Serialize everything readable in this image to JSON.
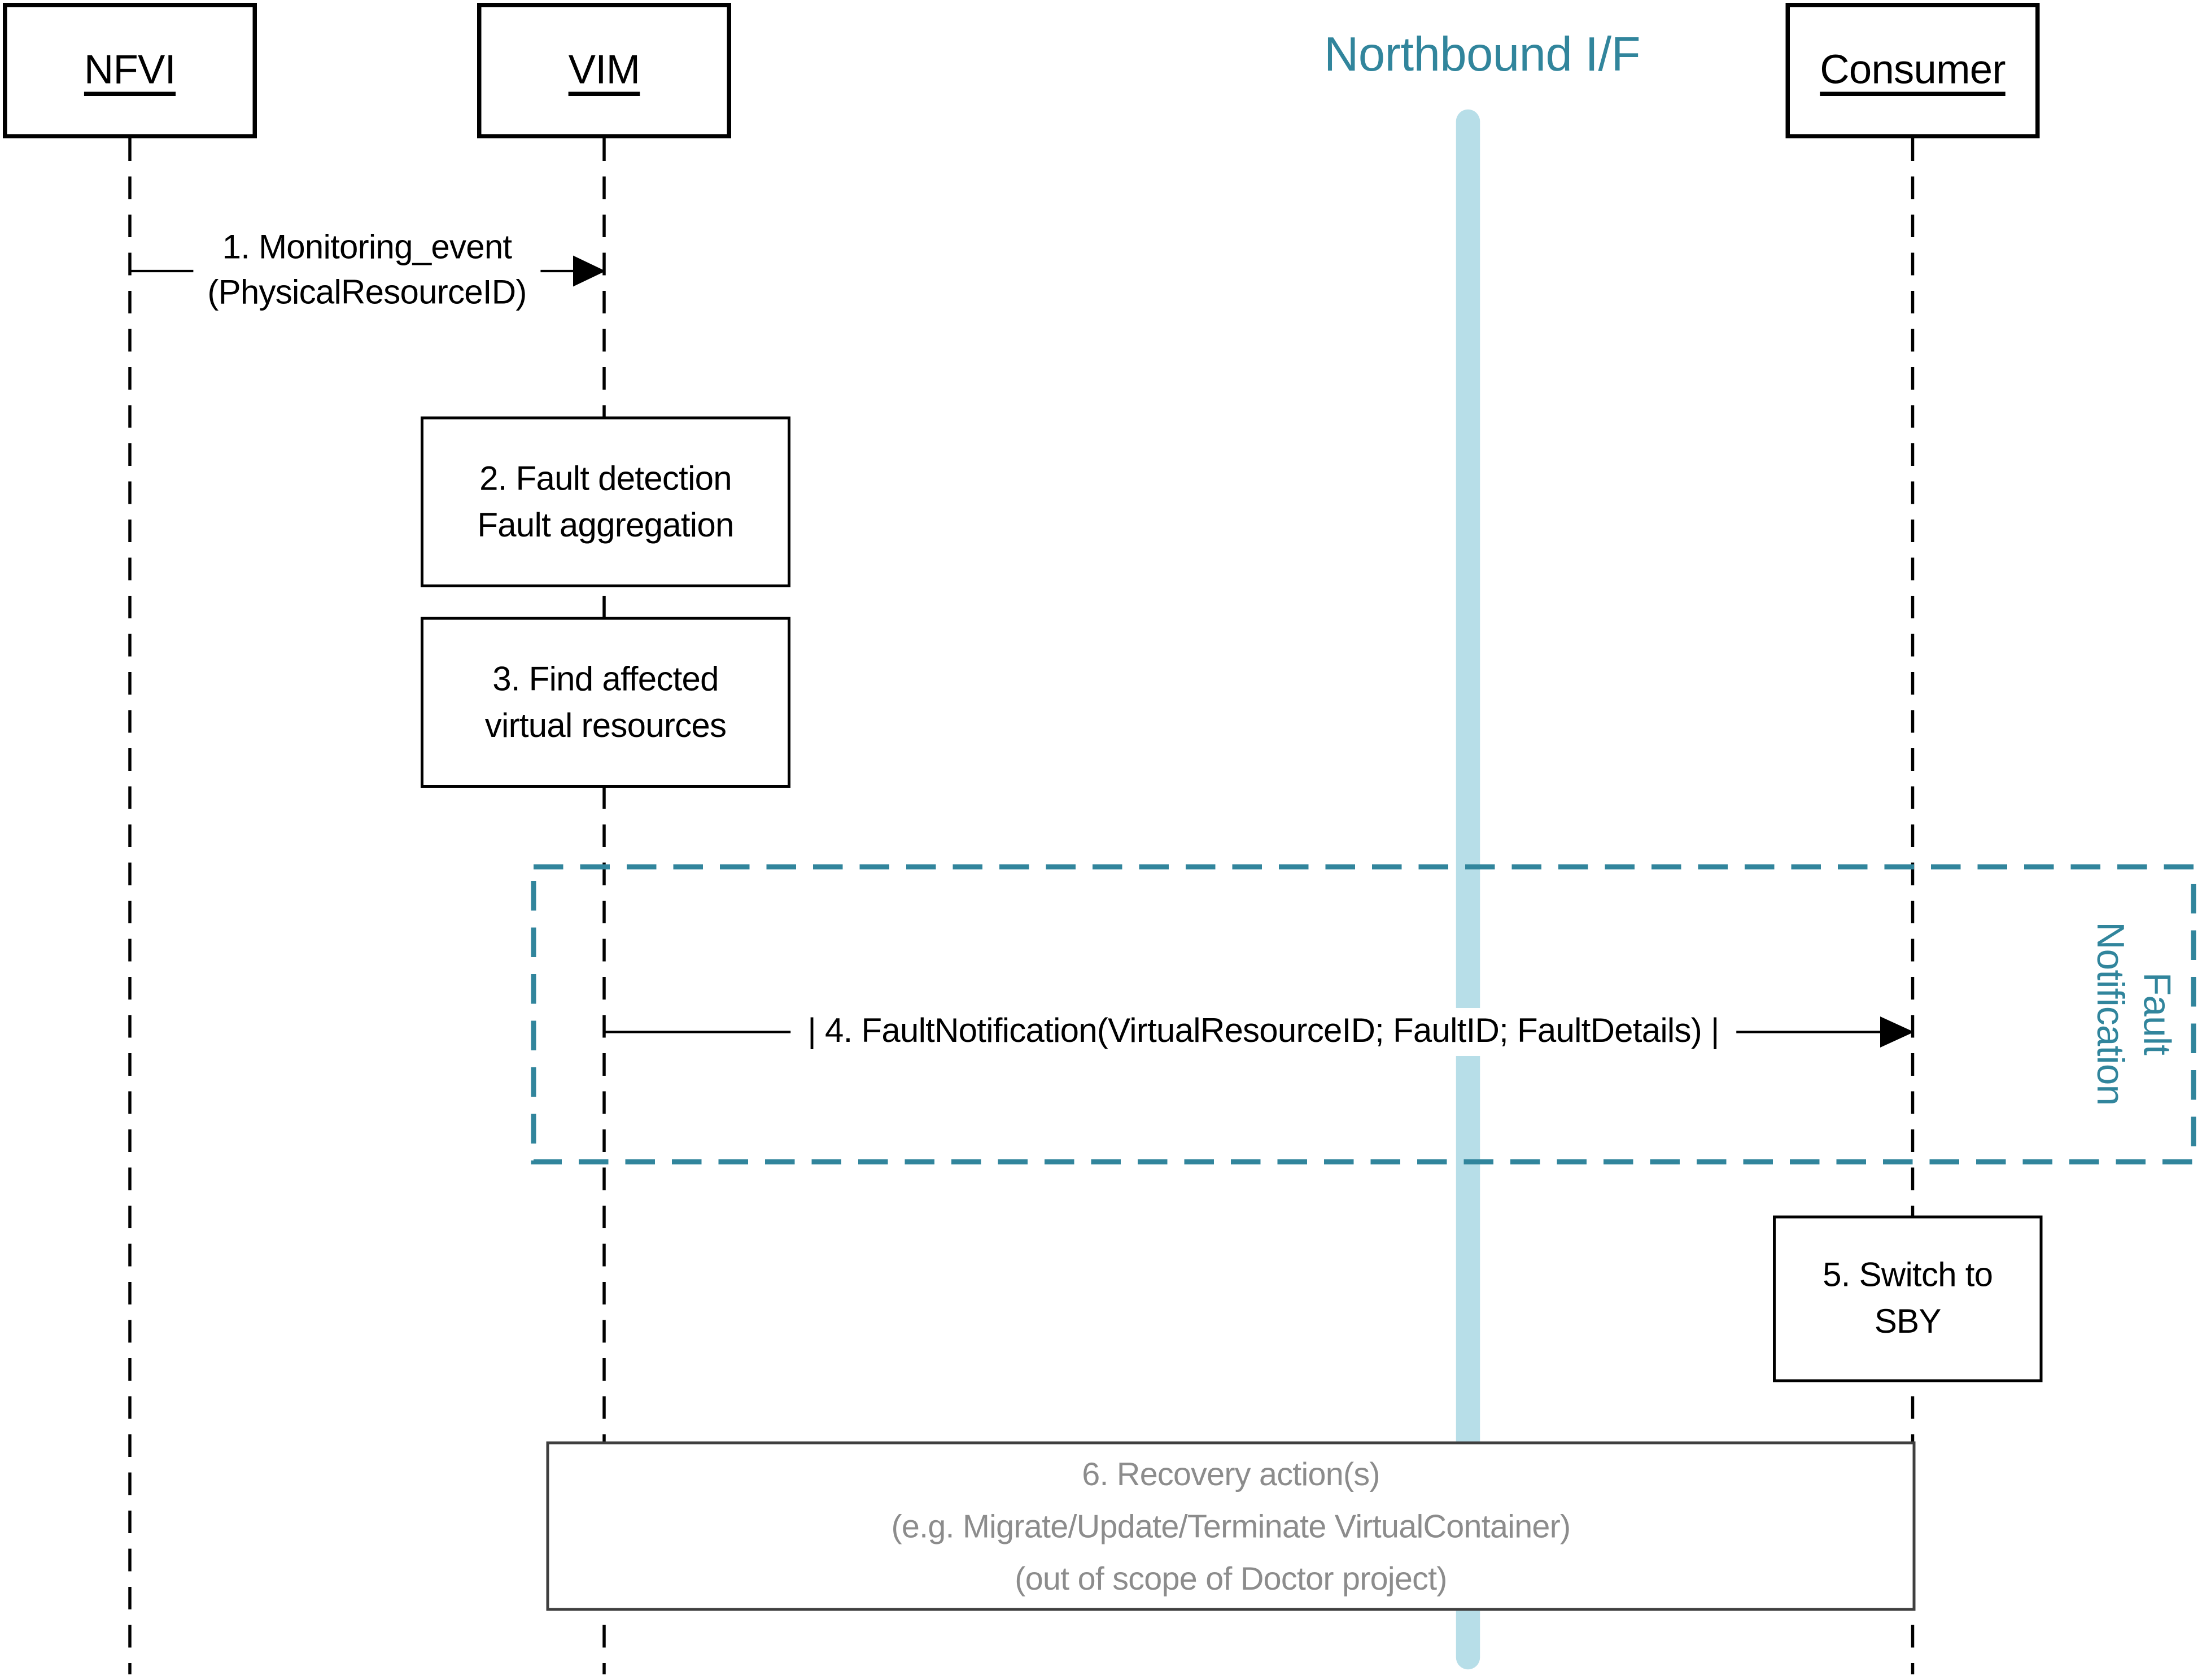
{
  "diagram": {
    "title": "Northbound I/F",
    "actors": [
      {
        "label": "NFVI"
      },
      {
        "label": "VIM"
      },
      {
        "label": "Consumer"
      }
    ],
    "message1": {
      "from": "NFVI",
      "to": "VIM",
      "line1": "1. Monitoring_event",
      "line2": "(PhysicalResourceID)"
    },
    "message4": {
      "from": "VIM",
      "to": "Consumer",
      "label": "| 4. FaultNotification(VirtualResourceID; FaultID; FaultDetails) |"
    },
    "activity2": {
      "line1": "2. Fault detection",
      "line2": "Fault aggregation"
    },
    "activity3": {
      "line1": "3. Find affected",
      "line2": "virtual resources"
    },
    "activity5": {
      "line1": "5. Switch to",
      "line2": "SBY"
    },
    "recovery6": {
      "line1": "6. Recovery action(s)",
      "line2": "(e.g. Migrate/Update/Terminate VirtualContainer)",
      "line3": "(out of scope of Doctor project)"
    },
    "group_label": {
      "line1": "Fault",
      "line2": "Notification"
    },
    "colors": {
      "teal": "#31859C",
      "northbound_bar": "#B7DEE8",
      "recovery_text_gray": "#8C8C8C",
      "line_black": "#000000"
    }
  }
}
